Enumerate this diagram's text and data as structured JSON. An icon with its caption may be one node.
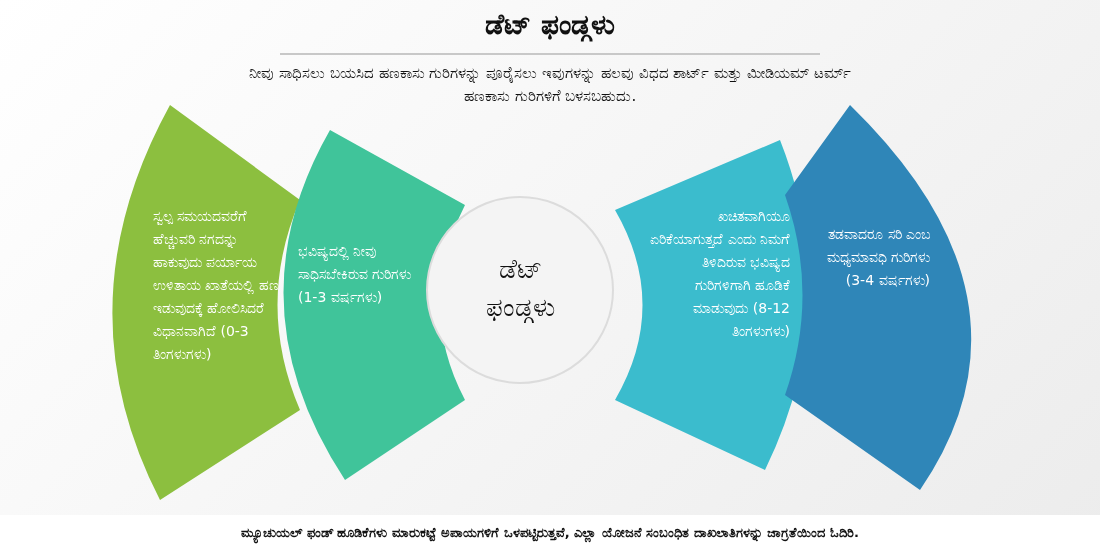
{
  "diagram": {
    "title": "ಡೆಟ್ ಫಂಡ್ಗಳು",
    "caption": "ಮ್ಯೂಚುಯಲ್ ಫಂಡ್ ಹೂಡಿಕೆಗಳು ಮಾರುಕಟ್ಟೆ ಅಪಾಯಗಳಿಗೆ ಒಳಪಟ್ಟಿರುತ್ತವೆ, ಎಲ್ಲಾ ಯೋಜನೆ ಸಂಬಂಧಿತ ದಾಖಲಾತಿಗಳನ್ನು ಜಾಗ್ರತೆಯಿಂದ ಓದಿರಿ.",
    "nodes": [
      {
        "text": [
          "ಸ್ವಲ್ಪ ಸಮಯದವರೆಗೆ ಹೆಚ್ಚುವರಿ ನಗದನ್ನು ಹಾಕುವುದು ಪರ್ಯಾಯ ಉಳಿತಾಯ ಖಾತೆಯಲ್ಲಿ ಹಣ ಇಡುವುದಕ್ಕೆ ಹೋಲಿಸಿದರೆ ವಿಧಾನವಾಗಿದೆ (0-3 ತಿಂಗಳುಗಳು)"
        ]
      },
      {
        "text": [
          "ಭವಿಷ್ಯದಲ್ಲಿ ನೀವು ಸಾಧಿಸಬೇಕಿರುವ ಗುರಿಗಳು (1-3 ವರ್ಷಗಳು)"
        ]
      },
      {
        "text": [
          "ಡೆಟ್ ಫಂಡ್ಗಳು"
        ]
      },
      {
        "text": [
          "ಖಚಿತವಾಗಿಯೂ ಏರಿಕೆಯಾಗುತ್ತದೆ ಎಂದು ನಿಮಗೆ ತಿಳಿದಿರುವ ಭವಿಷ್ಯದ ಗುರಿಗಳಿಗಾಗಿ ಹೂಡಿಕೆ ಮಾಡುವುದು (8-12 ತಿಂಗಳುಗಳು)"
        ]
      },
      {
        "text": [
          "ತಡವಾದರೂ ಸರಿ ಎಂಬ ಮಧ್ಯಮಾವಧಿ ಗುರಿಗಳು (3-4 ವರ್ಷಗಳು)"
        ]
      }
    ],
    "labels": [
      "ನೀವು ಸಾಧಿಸಲು ಬಯಸಿದ ಹಣಕಾಸು ಗುರಿಗಳನ್ನು ಪೂರೈಸಲು ಇವುಗಳನ್ನು ಹಲವು ವಿಧದ ಶಾರ್ಟ್ ಮತ್ತು ಮೀಡಿಯಮ್ ಟರ್ಮ್ ಹಣಕಾಸು ಗುರಿಗಳಿಗೆ ಬಳಸಬಹುದು."
    ]
  }
}
